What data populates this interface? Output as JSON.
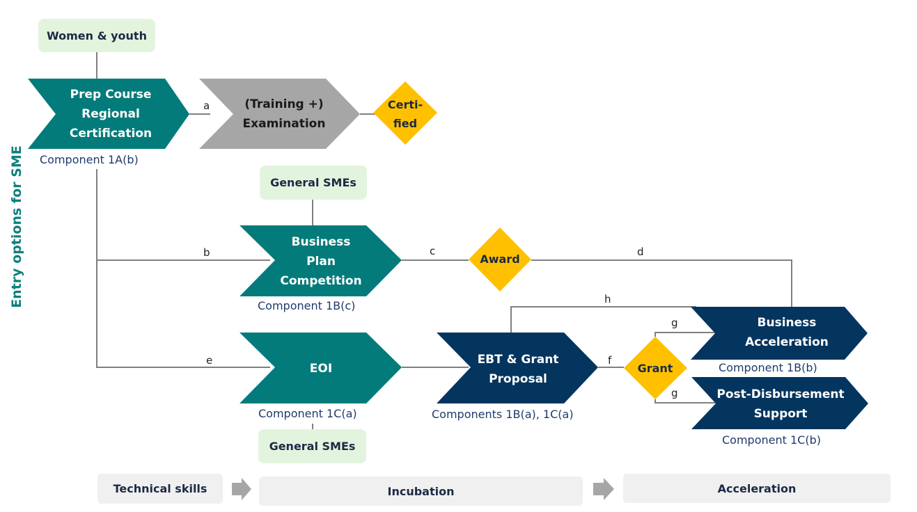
{
  "side_title": "Entry options for SME",
  "colors": {
    "teal": "#037b7a",
    "navy": "#04355f",
    "grey": "#a6a6a6",
    "yellow": "#ffc000",
    "tag_green": "#e3f4de",
    "stage_grey": "#f0f0f0",
    "line": "#7f7f7f",
    "component_text": "#1f3a6b"
  },
  "target_groups": {
    "women_youth": "Women & youth",
    "general_smes_top": "General SMEs",
    "general_smes_bottom": "General SMEs"
  },
  "process_steps": {
    "prep_course": [
      "Prep Course",
      "Regional",
      "Certification"
    ],
    "training_exam": [
      "(Training +)",
      "Examination"
    ],
    "business_plan": [
      "Business",
      "Plan",
      "Competition"
    ],
    "eoi": [
      "EOI"
    ],
    "ebt_grant": [
      "EBT & Grant",
      "Proposal"
    ],
    "business_acceleration": [
      "Business",
      "Acceleration"
    ],
    "post_disbursement": [
      "Post-Disbursement",
      "Support"
    ]
  },
  "decisions": {
    "certified": [
      "Certi-",
      "fied"
    ],
    "award": [
      "Award"
    ],
    "grant": [
      "Grant"
    ]
  },
  "components": {
    "prep_course": "Component 1A(b)",
    "business_plan": "Component 1B(c)",
    "eoi": "Component 1C(a)",
    "ebt_grant": "Components 1B(a), 1C(a)",
    "business_acceleration": "Component 1B(b)",
    "post_disbursement": "Component 1C(b)"
  },
  "edge_labels": {
    "a": "a",
    "b": "b",
    "c": "c",
    "d": "d",
    "e": "e",
    "f": "f",
    "g1": "g",
    "g2": "g",
    "h": "h"
  },
  "stages": {
    "technical_skills": "Technical skills",
    "incubation": "Incubation",
    "acceleration": "Acceleration"
  }
}
